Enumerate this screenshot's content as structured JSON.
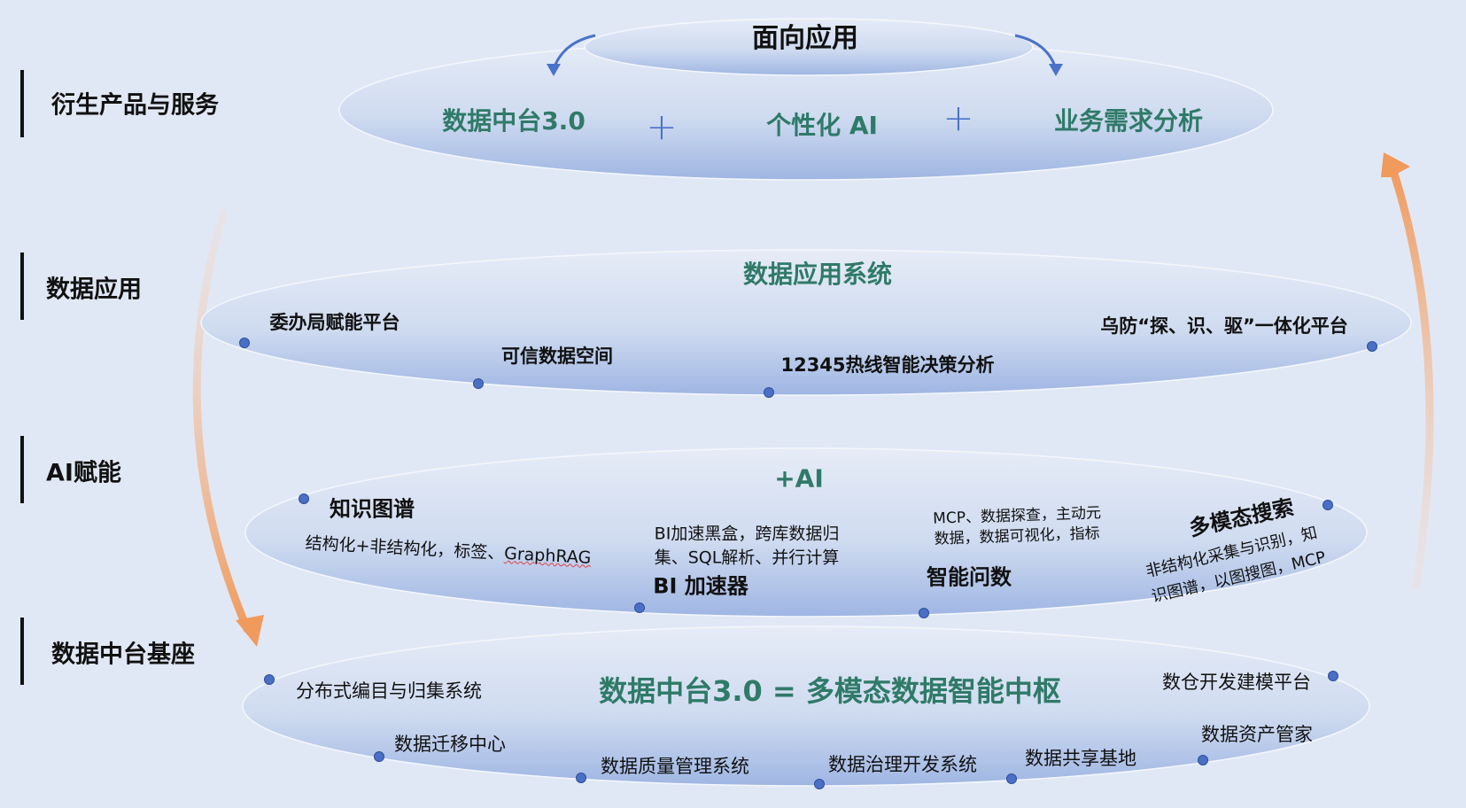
{
  "layers": [
    {
      "label": "衍生产品与服务"
    },
    {
      "label": "数据应用"
    },
    {
      "label": "AI赋能"
    },
    {
      "label": "数据中台基座"
    }
  ],
  "top": {
    "heading": "面向应用",
    "items": [
      "数据中台3.0",
      "个性化 AI",
      "业务需求分析"
    ],
    "plus": "+"
  },
  "apps": {
    "title": "数据应用系统",
    "items": [
      "委办局赋能平台",
      "可信数据空间",
      "12345热线智能决策分析",
      "乌防“探、识、驱”一体化平台"
    ]
  },
  "ai": {
    "title": "+AI",
    "kg": {
      "name": "知识图谱",
      "desc_prefix": "结构化+非结构化，标签、",
      "desc_term": "GraphRAG"
    },
    "bi": {
      "name": "BI 加速器",
      "desc": [
        "BI加速黑盒，跨库数据归",
        "集、SQL解析、并行计算"
      ]
    },
    "qa": {
      "name": "智能问数",
      "desc": [
        "MCP、数据探查，主动元",
        "数据，数据可视化，指标"
      ]
    },
    "search": {
      "name": "多模态搜索",
      "desc": [
        "非结构化采集与识别，知",
        "识图谱，以图搜图，MCP"
      ]
    }
  },
  "base": {
    "title": "数据中台3.0 = 多模态数据智能中枢",
    "items": [
      "分布式编目与归集系统",
      "数据迁移中心",
      "数据质量管理系统",
      "数据治理开发系统",
      "数据共享基地",
      "数仓开发建模平台",
      "数据资产管家"
    ]
  },
  "colors": {
    "accent_green": "#2f7a68",
    "dot_blue": "#4a6fc4",
    "arrow_orange": "#f0a06a",
    "background": "#e1e8f5"
  }
}
